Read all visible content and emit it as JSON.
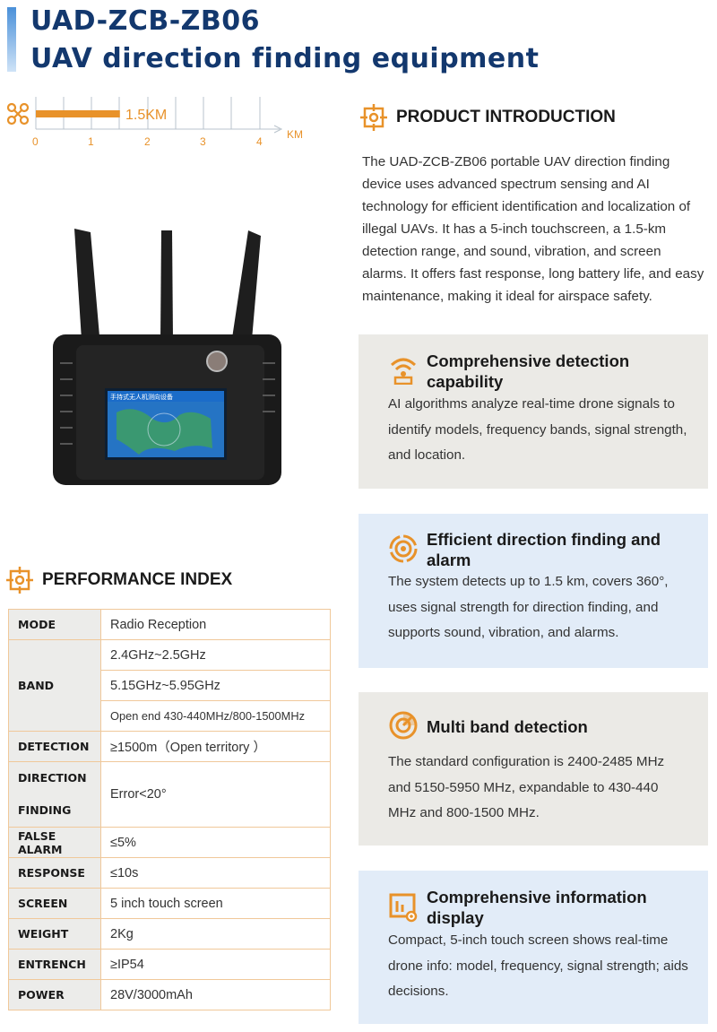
{
  "header": {
    "model": "UAD-ZCB-ZB06",
    "title": "UAV direction finding equipment"
  },
  "range_scale": {
    "value_label": "1.5KM",
    "value": 1.5,
    "max": 4,
    "ticks": [
      "0",
      "1",
      "2",
      "3",
      "4"
    ],
    "unit": "KM",
    "fill_color": "#e8922a"
  },
  "intro": {
    "heading": "PRODUCT INTRODUCTION",
    "body": "The UAD-ZCB-ZB06 portable UAV direction finding device uses advanced spectrum sensing and AI technology for efficient identification and localization of illegal UAVs. It has a 5-inch touchscreen, a 1.5-km detection range, and sound, vibration, and screen alarms. It offers fast response, long battery life, and easy maintenance, making it ideal for airspace safety."
  },
  "device_screen_text": "手持式无人机测向设备",
  "performance": {
    "heading": "PERFORMANCE INDEX",
    "mode_label": "MODE",
    "mode_value": "Radio Reception",
    "band_label": "BAND",
    "band_values": [
      "2.4GHz~2.5GHz",
      "5.15GHz~5.95GHz",
      "Open end 430-440MHz/800-1500MHz"
    ],
    "detection_label": "DETECTION",
    "detection_value": "≥1500m（Open territory ）",
    "direction_label_1": "DIRECTION",
    "direction_label_2": "FINDING",
    "direction_value": "Error<20°",
    "false_alarm_label": "FALSE ALARM",
    "false_alarm_value": "≤5%",
    "response_label": "RESPONSE",
    "response_value": "≤10s",
    "screen_label": "SCREEN",
    "screen_value": "5 inch touch screen",
    "weight_label": "WEIGHT",
    "weight_value": "2Kg",
    "entrench_label": "ENTRENCH",
    "entrench_value": "≥IP54",
    "power_label": "POWER",
    "power_value": "28V/3000mAh"
  },
  "features": [
    {
      "icon": "signal-icon",
      "title": "Comprehensive detection capability",
      "body": "AI algorithms analyze real-time drone signals to identify models, frequency bands, signal strength, and location.",
      "bg": "#ebeae6"
    },
    {
      "icon": "target-icon",
      "title": "Efficient direction finding and alarm",
      "body": "The system detects up to 1.5 km, covers 360°, uses signal strength for direction finding, and supports sound, vibration, and alarms.",
      "bg": "#e2ecf8"
    },
    {
      "icon": "radar-icon",
      "title": "Multi band detection",
      "body": "The standard configuration is 2400-2485 MHz and 5150-5950 MHz, expandable to 430-440 MHz and 800-1500 MHz.",
      "bg": "#ebeae6"
    },
    {
      "icon": "display-icon",
      "title": "Comprehensive information display",
      "body": "Compact, 5-inch touch screen shows real-time drone info: model, frequency, signal strength; aids decisions.",
      "bg": "#e2ecf8"
    }
  ],
  "colors": {
    "accent_orange": "#e8922a",
    "title_navy": "#13386e",
    "table_border": "#f0c89a"
  }
}
